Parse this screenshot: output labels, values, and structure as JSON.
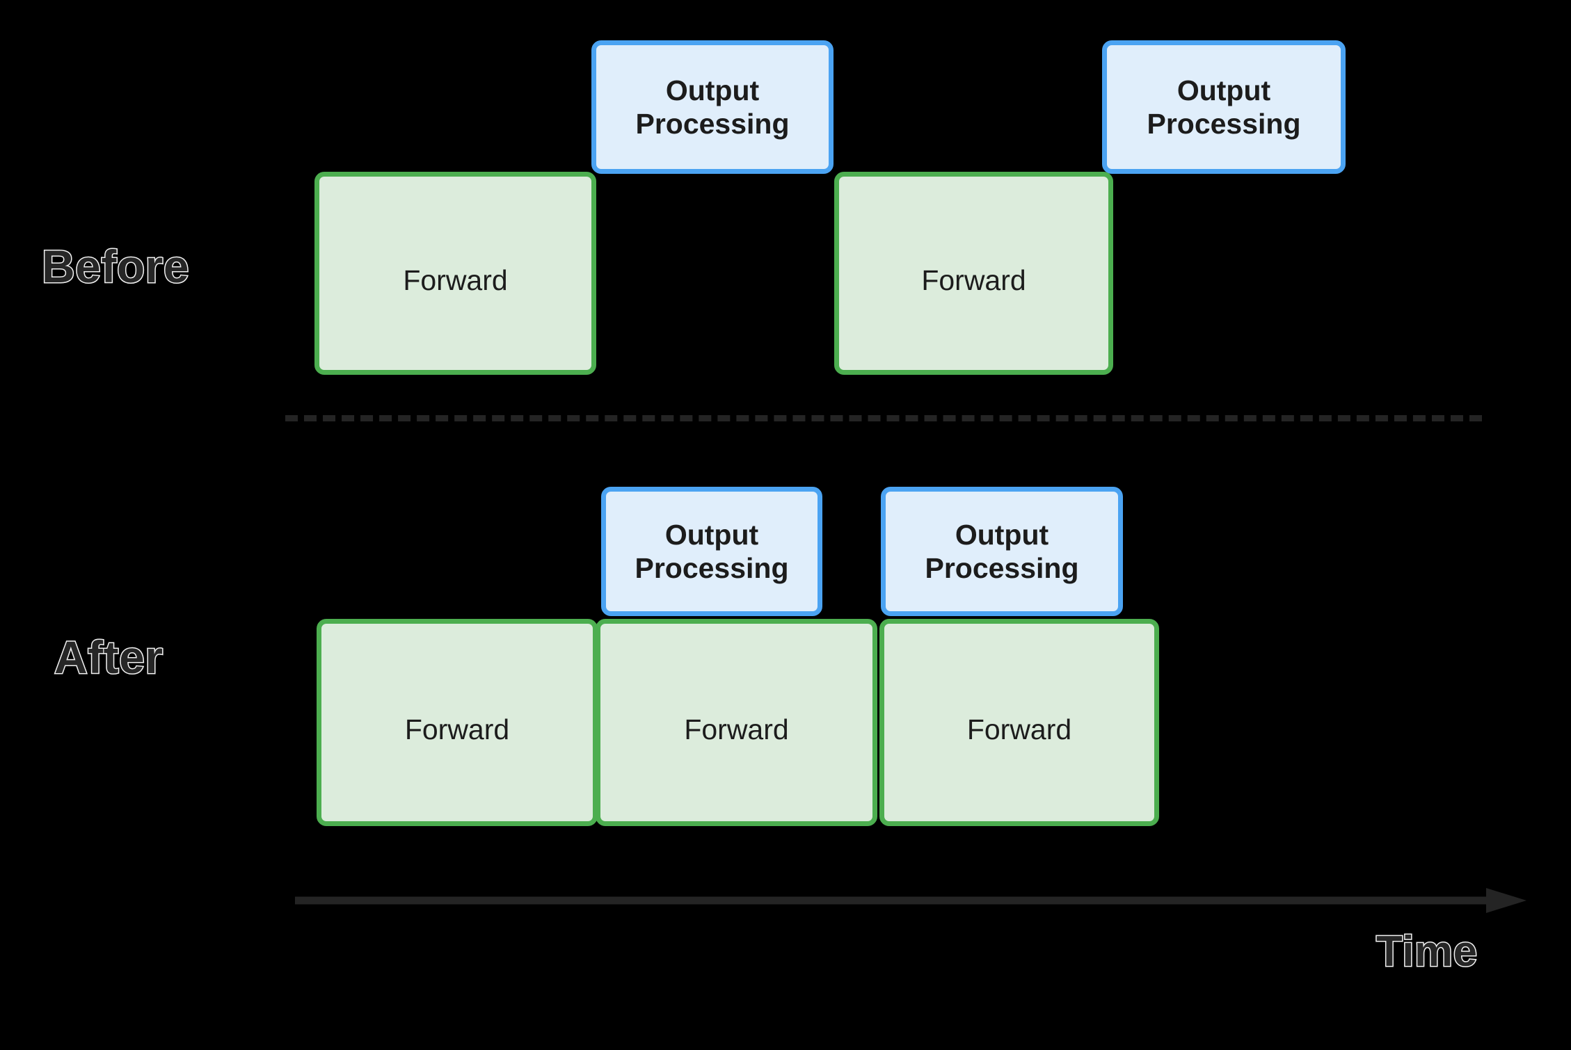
{
  "diagram": {
    "title": "Before / After output-processing overlap timeline",
    "background_color": "#000000",
    "rows": [
      {
        "id": "before",
        "label": "Before",
        "output_blocks": [
          {
            "line1": "Output",
            "line2": "Processing"
          },
          {
            "line1": "Output",
            "line2": "Processing"
          }
        ],
        "forward_blocks": [
          {
            "label": "Forward"
          },
          {
            "label": "Forward"
          }
        ]
      },
      {
        "id": "after",
        "label": "After",
        "output_blocks": [
          {
            "line1": "Output",
            "line2": "Processing"
          },
          {
            "line1": "Output",
            "line2": "Processing"
          }
        ],
        "forward_blocks": [
          {
            "label": "Forward"
          },
          {
            "label": "Forward"
          },
          {
            "label": "Forward"
          }
        ]
      }
    ],
    "axis": {
      "label": "Time",
      "direction": "left-to-right",
      "arrow_color": "#242424"
    },
    "divider": {
      "style": "dashed",
      "color": "#242424"
    },
    "colors": {
      "forward_fill": "#dcecdc",
      "forward_border": "#4cae4f",
      "output_fill": "#e0eefb",
      "output_border": "#4ba3f2",
      "label_text": "#262626",
      "label_outline": "#f2f2f2",
      "block_text": "#1c1c1c"
    }
  }
}
